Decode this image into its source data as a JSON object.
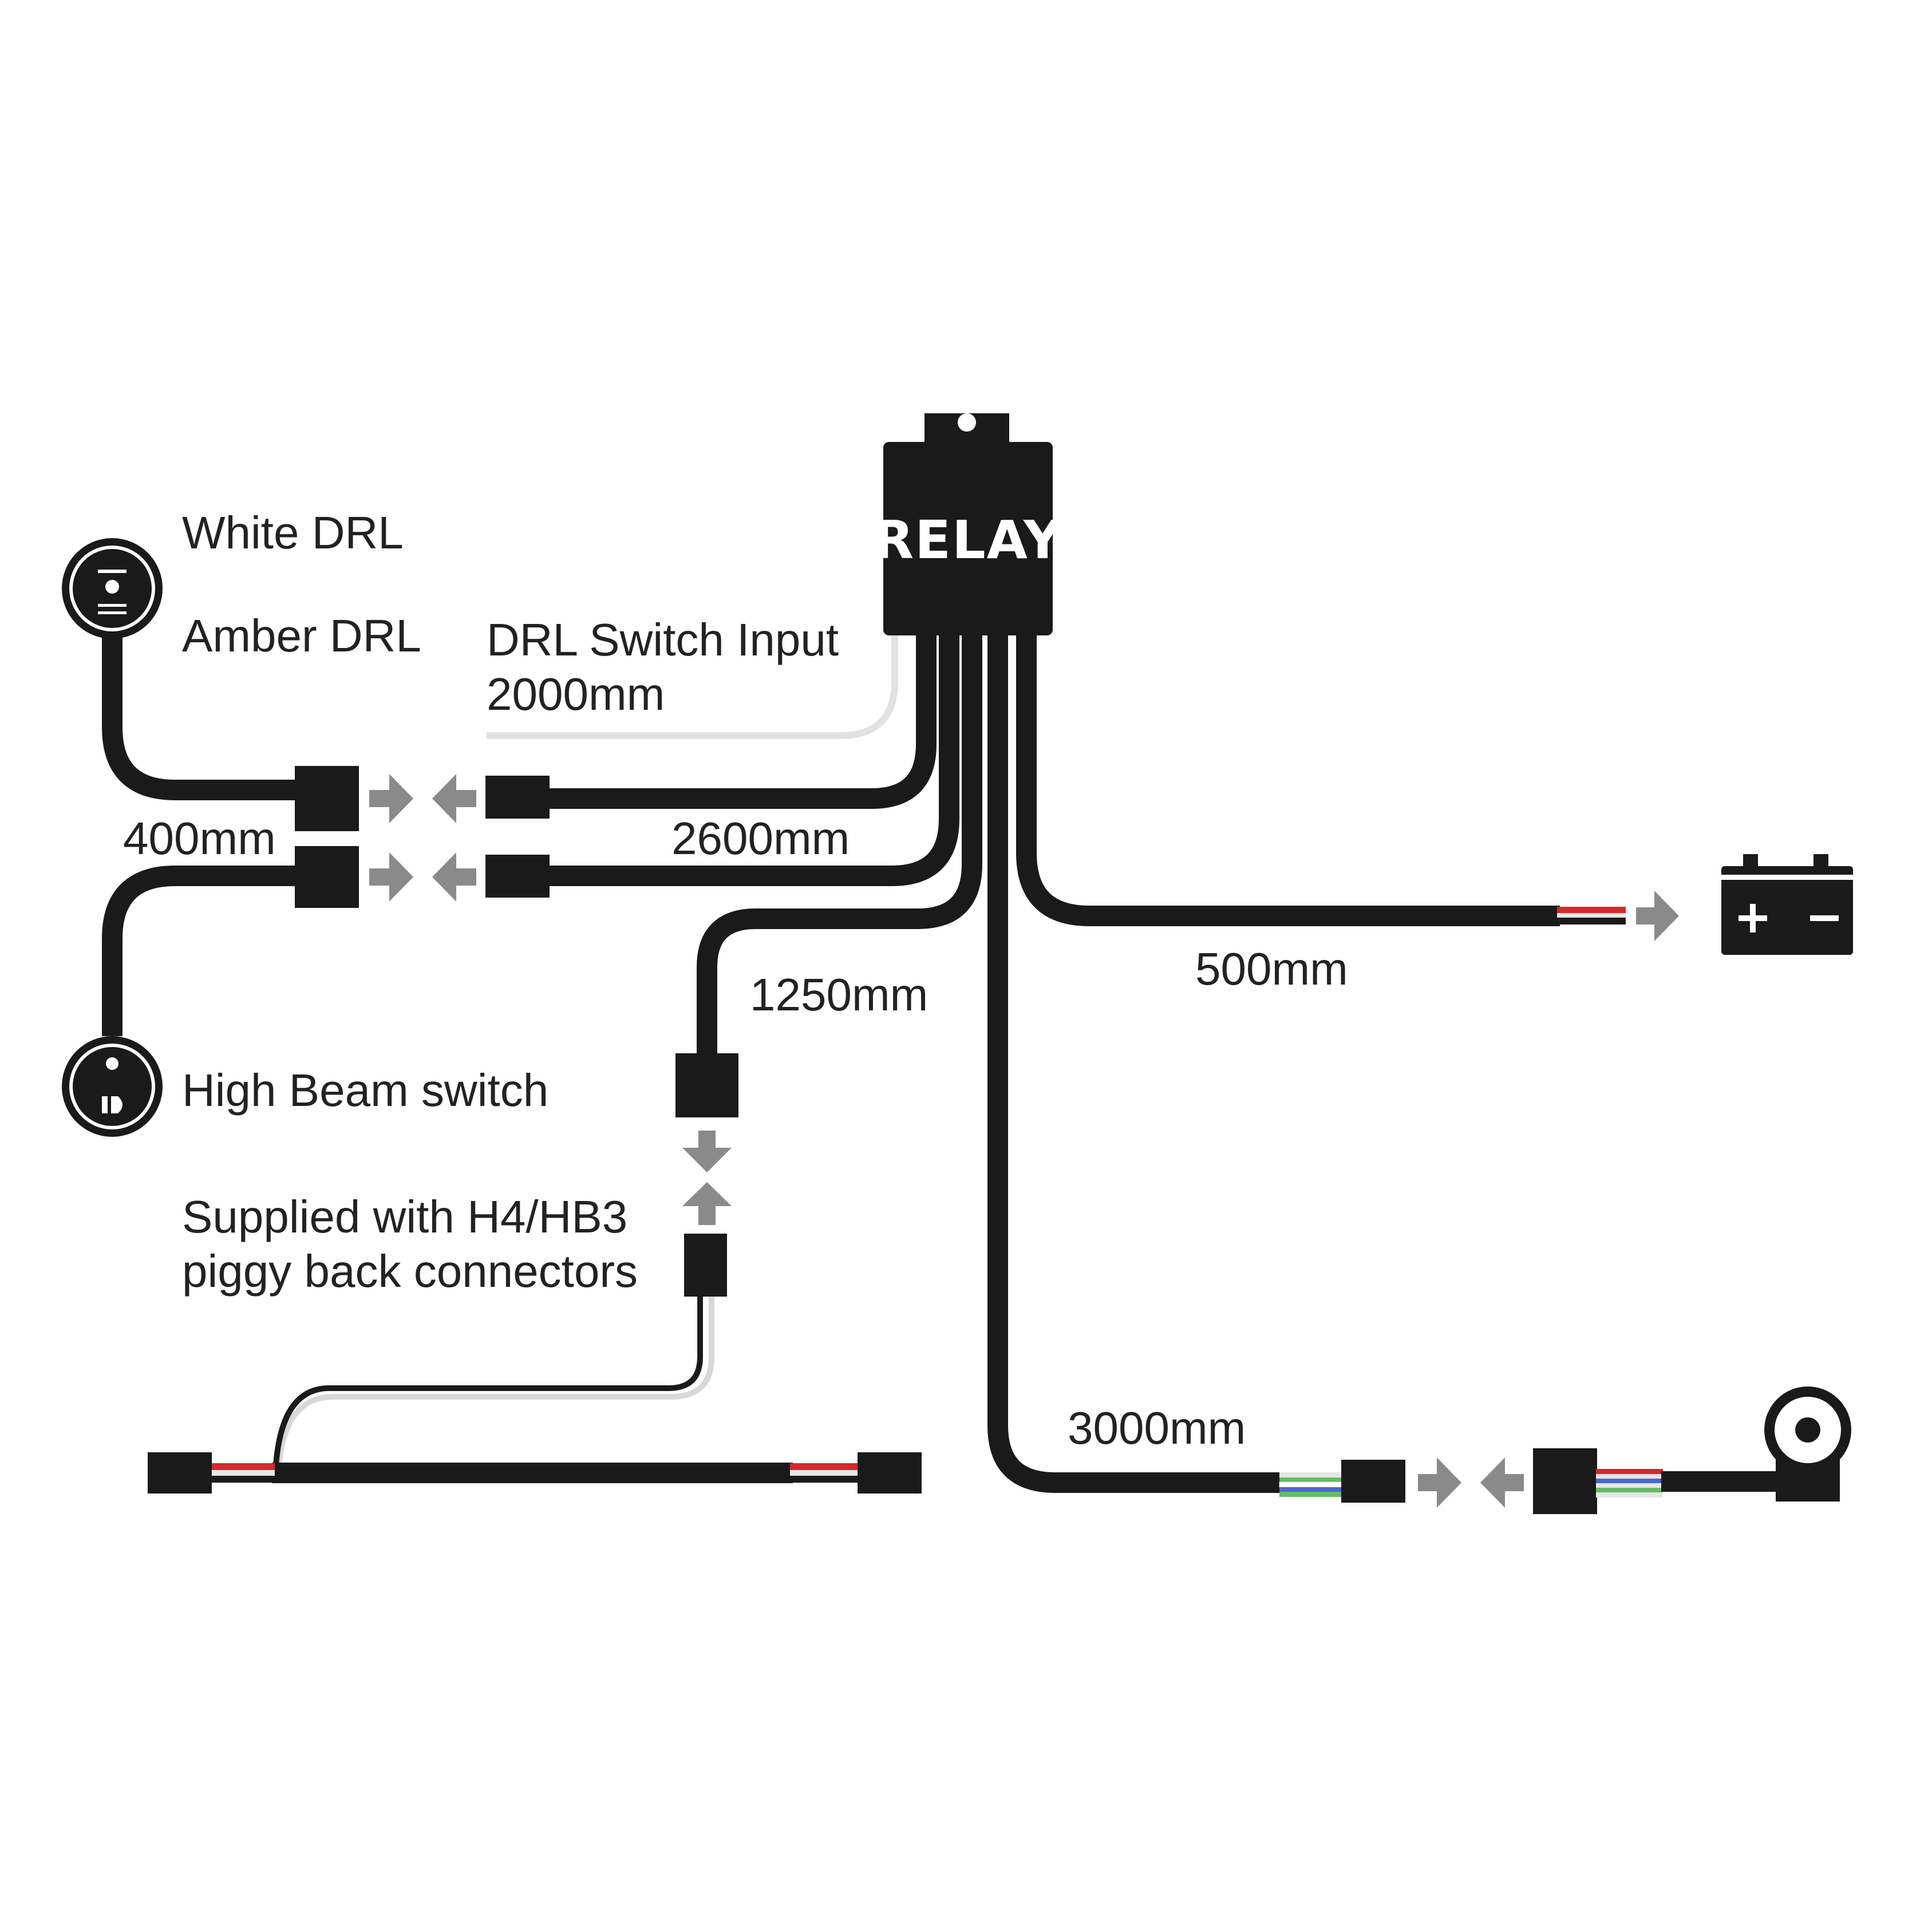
{
  "labels": {
    "white_drl": "White DRL",
    "amber_drl": "Amber DRL",
    "drl_switch_input_line1": "DRL Switch Input",
    "drl_switch_input_line2": "2000mm",
    "len_400": "400mm",
    "len_2600": "2600mm",
    "len_1250": "1250mm",
    "len_500": "500mm",
    "len_3000": "3000mm",
    "high_beam_switch": "High Beam switch",
    "supplied_line1": "Supplied with H4/HB3",
    "supplied_line2": "piggy back connectors",
    "relay": "RELAY"
  },
  "icons": {
    "drl_switch": "drl-switch-icon",
    "high_beam_switch": "high-beam-switch-icon",
    "battery": "battery-icon",
    "ring_terminal": "ground-ring-terminal-icon"
  },
  "colors": {
    "cable": "#1a1a1a",
    "arrow": "#8a8a8a",
    "wire_red": "#d42a2a",
    "wire_white": "#e6e6e6",
    "wire_green": "#66bb66",
    "wire_blue": "#4a66cc",
    "background": "#ffffff"
  }
}
